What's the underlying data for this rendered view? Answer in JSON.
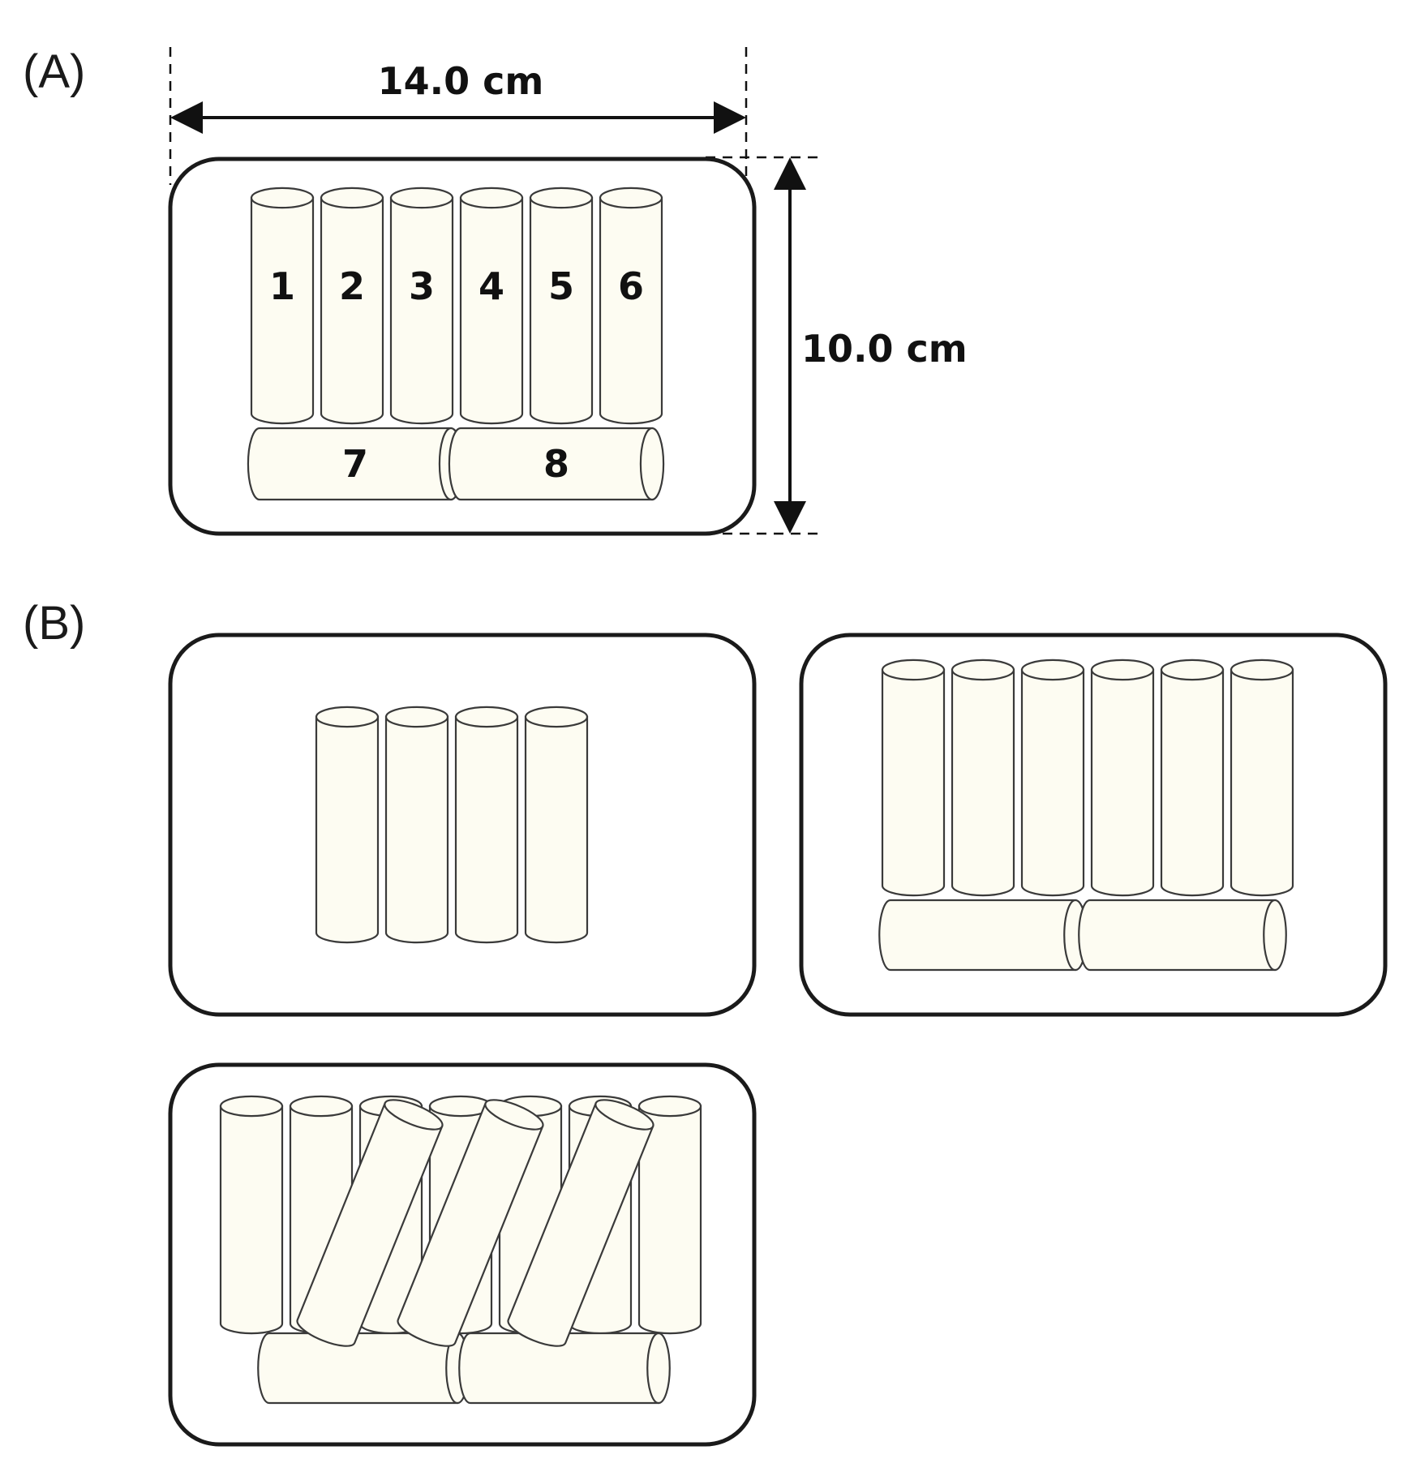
{
  "panels": {
    "a_label": "(A)",
    "b_label": "(B)"
  },
  "dimensions": {
    "width": "14.0 cm",
    "height": "10.0 cm"
  },
  "cylinder_numbers": [
    "1",
    "2",
    "3",
    "4",
    "5",
    "6",
    "7",
    "8"
  ],
  "colors": {
    "cylinder_fill": "#fdfcf2",
    "outline": "#1a1a1a"
  }
}
